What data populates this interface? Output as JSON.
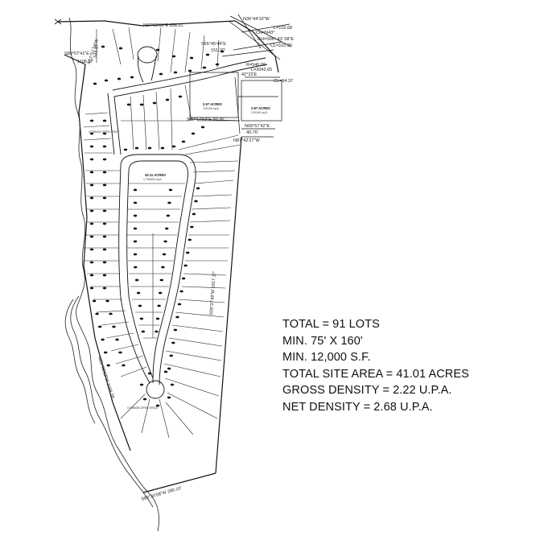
{
  "summary": {
    "total_lots": "TOTAL = 91 LOTS",
    "min_lot_dims": "MIN. 75' X 160'",
    "min_lot_area": "MIN. 12,000 S.F.",
    "total_site_area": "TOTAL SITE AREA = 41.01 ACRES",
    "gross_density": "GROSS DENSITY = 2.22 U.P.A.",
    "net_density": "NET DENSITY = 2.68 U.P.A."
  },
  "bearings": {
    "north_top": "N87°02'00\"E  858.31'",
    "northeast_corner": "N36°44'10\"W",
    "left_upper": "S80°57'41\"E",
    "left_upper_dist": "1108.67'",
    "left_side": "N12°51'34\"W",
    "left_side_dist": "544.47'",
    "east_inner_1": "S80°17'53\"E  30.36'",
    "east_inner_2": "N09°57'42\"E",
    "east_inner_2_dist": "40.76'",
    "east_inner_3": "N87°42'27\"W",
    "east_long": "S09°37'49\"W  1817.17'",
    "southwest": "N21°08'52\"W  1168.78'",
    "south": "S89°30'08\"W  280.10'",
    "curve_1": "L=102.68",
    "curve_2": "CH=N43°",
    "curve_3": "CH=S66° 43' 08\"E",
    "curve_4": "CL=102.30",
    "curve_5": "R=540.00",
    "curve_6": "L=3042.65",
    "curve_7": "CL=94.37",
    "small_a": "S65°45'44\"E",
    "small_b": "151.30'",
    "small_c": "42°23'E"
  },
  "parcels": {
    "upper_acres": "2.97 ACRES",
    "upper_sf": "129,000 sq.ft.",
    "upper_right_acres": "2.87 ACRES",
    "upper_right_sf": "125,000 sq.ft.",
    "center_acres": "40.11 ACRES",
    "center_sf": "1,706,500 sq.ft.",
    "left_note": "COMMON OPEN SPACE",
    "bottom_note": "COMMON OPEN SPACE"
  }
}
